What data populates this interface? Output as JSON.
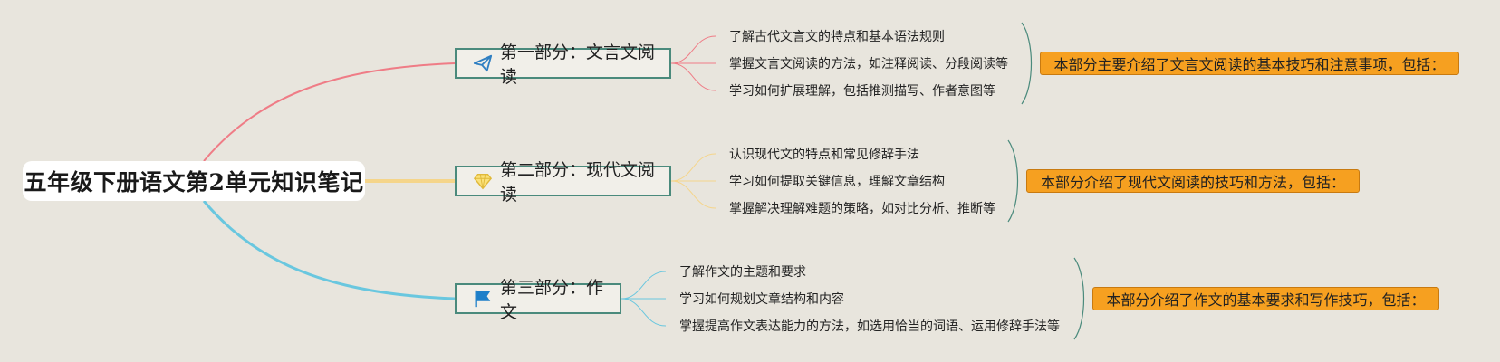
{
  "root": {
    "title": "五年级下册语文第2单元知识笔记"
  },
  "colors": {
    "background": "#e8e5dd",
    "branch_1": "#ef7c86",
    "branch_2": "#f5d58a",
    "branch_3": "#69c7df",
    "section_border": "#4a8a7c",
    "summary_fill": "#f6a020"
  },
  "sections": [
    {
      "title": "第一部分：文言文阅读",
      "icon": "paper-plane-icon",
      "items": [
        "了解古代文言文的特点和基本语法规则",
        "掌握文言文阅读的方法，如注释阅读、分段阅读等",
        "学习如何扩展理解，包括推测描写、作者意图等"
      ],
      "summary": "本部分主要介绍了文言文阅读的基本技巧和注意事项，包括："
    },
    {
      "title": "第二部分：现代文阅读",
      "icon": "diamond-icon",
      "items": [
        "认识现代文的特点和常见修辞手法",
        "学习如何提取关键信息，理解文章结构",
        "掌握解决理解难题的策略，如对比分析、推断等"
      ],
      "summary": "本部分介绍了现代文阅读的技巧和方法，包括："
    },
    {
      "title": "第三部分：作文",
      "icon": "flag-icon",
      "items": [
        "了解作文的主题和要求",
        "学习如何规划文章结构和内容",
        "掌握提高作文表达能力的方法，如选用恰当的词语、运用修辞手法等"
      ],
      "summary": "本部分介绍了作文的基本要求和写作技巧，包括："
    }
  ]
}
